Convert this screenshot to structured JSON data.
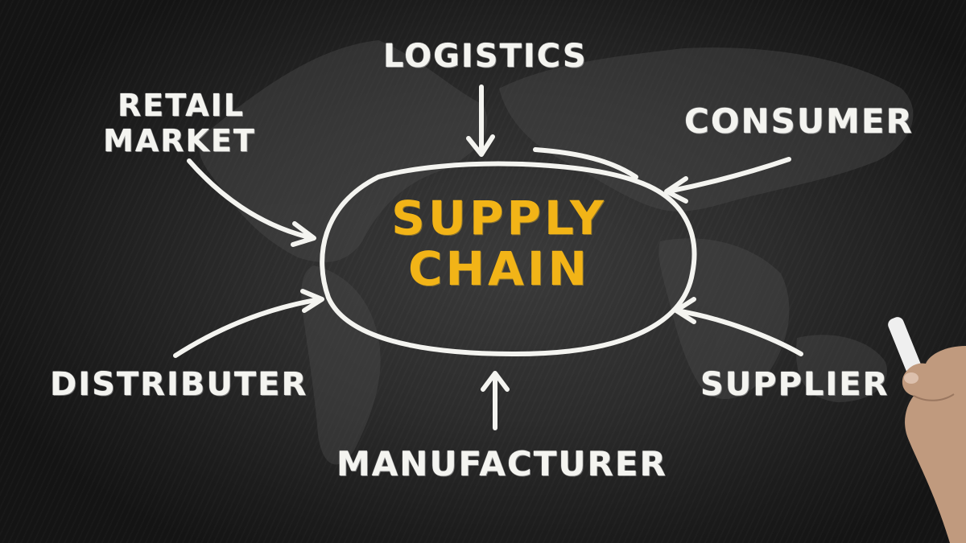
{
  "diagram": {
    "center": {
      "line1": "SUPPLY",
      "line2": "CHAIN",
      "color": "#f2b417"
    },
    "nodes": [
      {
        "id": "logistics",
        "label": "LOGISTICS",
        "arrow": "down-into-center"
      },
      {
        "id": "retail-market",
        "line1": "RETAIL",
        "line2": "MARKET",
        "arrow": "into-center"
      },
      {
        "id": "consumer",
        "label": "CONSUMER",
        "arrow": "into-center"
      },
      {
        "id": "distributer",
        "label": "DISTRIBUTER",
        "arrow": "into-center"
      },
      {
        "id": "supplier",
        "label": "SUPPLIER",
        "arrow": "into-center"
      },
      {
        "id": "manufacturer",
        "label": "MANUFACTURER",
        "arrow": "up-into-center"
      }
    ],
    "colors": {
      "chalk": "#f4f4f0",
      "board": "#2c2c2c",
      "accent": "#f2b417"
    }
  }
}
